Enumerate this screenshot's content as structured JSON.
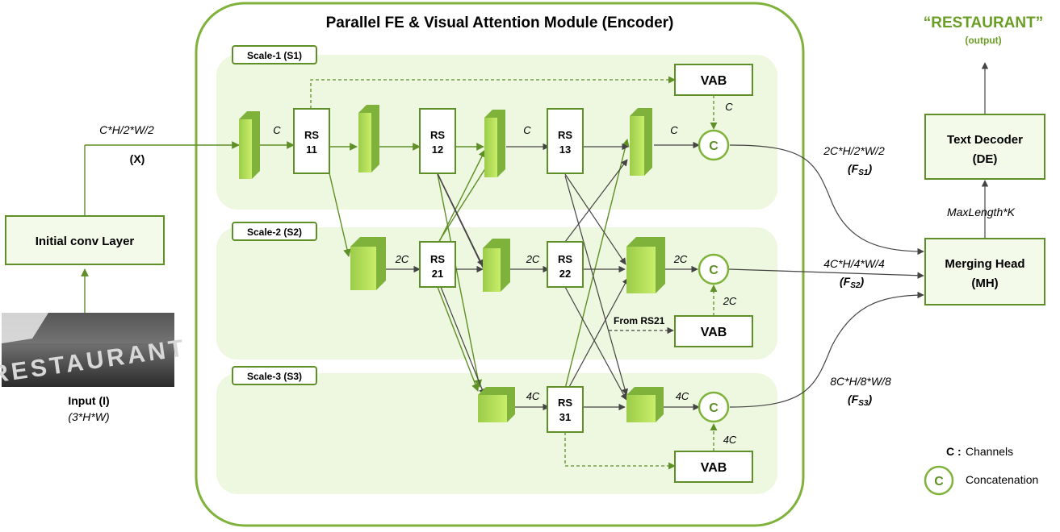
{
  "title": "Parallel FE & Visual Attention Module (Encoder)",
  "output": {
    "text": "“RESTAURANT”",
    "sub": "(output)"
  },
  "input": {
    "label": "Input (I)",
    "dims": "(3*H*W)",
    "photo_text": "RESTAURANT"
  },
  "initial_conv": "Initial conv Layer",
  "x_dims": "C*H/2*W/2",
  "x_label": "(X)",
  "scales": {
    "s1": "Scale-1 (S1)",
    "s2": "Scale-2 (S2)",
    "s3": "Scale-3 (S3)"
  },
  "rs": {
    "rs11": [
      "RS",
      "11"
    ],
    "rs12": [
      "RS",
      "12"
    ],
    "rs13": [
      "RS",
      "13"
    ],
    "rs21": [
      "RS",
      "21"
    ],
    "rs22": [
      "RS",
      "22"
    ],
    "rs31": [
      "RS",
      "31"
    ]
  },
  "vab": "VAB",
  "concat_symbol": "C",
  "channel_labels": {
    "c": "C",
    "c2": "2C",
    "c4": "4C"
  },
  "from_rs21": "From RS21",
  "fs1": {
    "dims": "2C*H/2*W/2",
    "name": "F",
    "sub": "S1"
  },
  "fs2": {
    "dims": "4C*H/4*W/4",
    "name": "F",
    "sub": "S2"
  },
  "fs3": {
    "dims": "8C*H/8*W/8",
    "name": "F",
    "sub": "S3"
  },
  "text_decoder": [
    "Text Decoder",
    "(DE)"
  ],
  "merging_head": [
    "Merging Head",
    "(MH)"
  ],
  "maxlength": "MaxLength*K",
  "legend": {
    "c_key": "C :",
    "c_text": "Channels",
    "concat_symbol": "C",
    "concat_text": "Concatenation"
  },
  "colors": {
    "box_border": "#5f8f27",
    "panel_fill": "#eef7e0",
    "output_green": "#6a9e24",
    "arrow": "#444444"
  }
}
